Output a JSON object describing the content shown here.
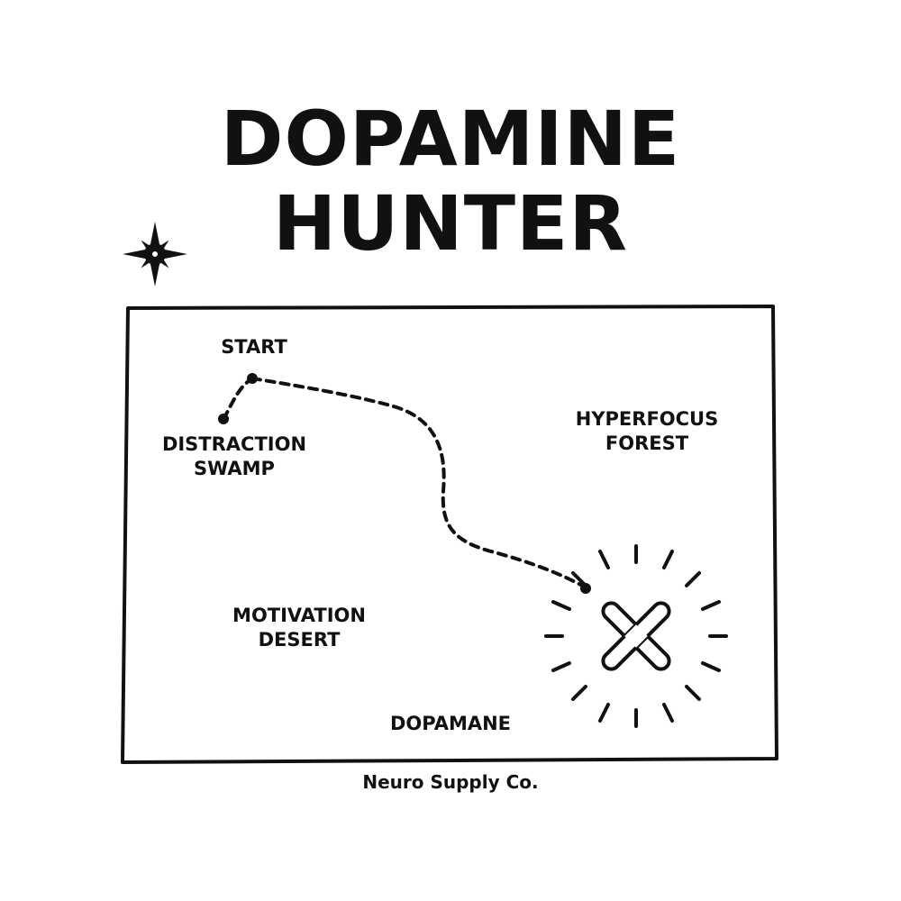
{
  "title": {
    "line1": "DOPAMINE",
    "line2": "HUNTER"
  },
  "map": {
    "labels": {
      "start": "START",
      "distraction_line1": "DISTRACTION",
      "distraction_line2": "SWAMP",
      "hyperfocus_line1": "HYPERFOCUS",
      "hyperfocus_line2": "FOREST",
      "motivation_line1": "MOTIVATION",
      "motivation_line2": "DESERT",
      "dopamane": "DOPAMANE"
    },
    "icons": [
      "compass-rose-icon",
      "treasure-x-icon"
    ]
  },
  "brand": "Neuro Supply Co.",
  "colors": {
    "ink": "#111111",
    "background": "#ffffff"
  }
}
